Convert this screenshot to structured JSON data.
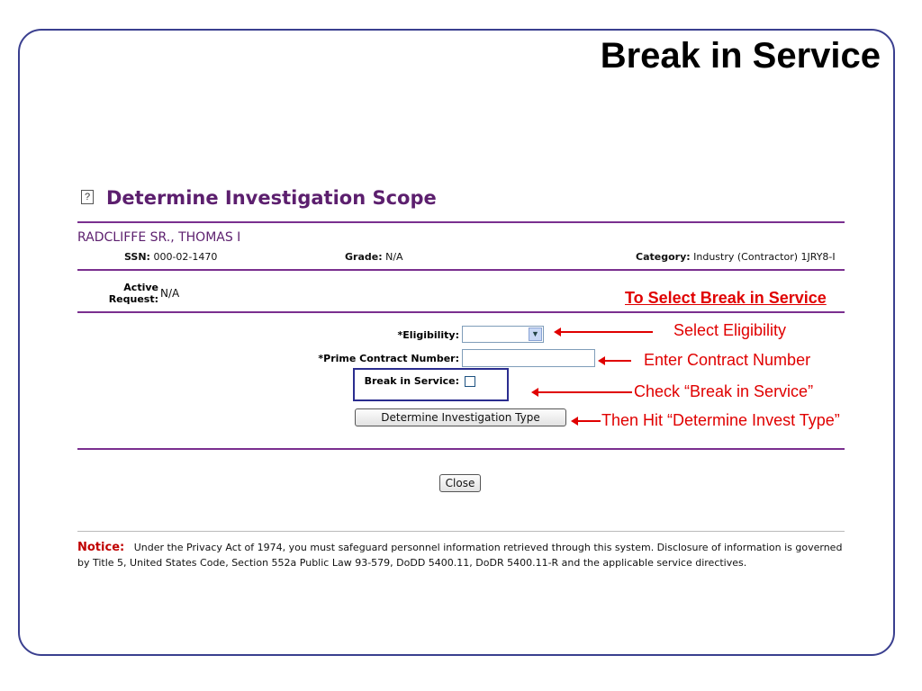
{
  "slide": {
    "title": "Break in Service"
  },
  "page": {
    "heading": "Determine Investigation Scope",
    "help_icon": "?"
  },
  "person": {
    "name": "RADCLIFFE SR., THOMAS I",
    "ssn_label": "SSN:",
    "ssn": "000-02-1470",
    "grade_label": "Grade:",
    "grade": "N/A",
    "category_label": "Category:",
    "category": "Industry (Contractor) 1JRY8-I"
  },
  "request": {
    "label_line1": "Active",
    "label_line2": "Request:",
    "value": "N/A"
  },
  "form": {
    "eligibility_label": "*Eligibility:",
    "eligibility_value": "",
    "contract_label": "*Prime Contract Number:",
    "contract_value": "",
    "break_label": "Break in Service:",
    "break_checked": false,
    "determine_button": "Determine Investigation Type",
    "close_button": "Close"
  },
  "annotations": {
    "heading": "To Select Break in Service",
    "eligibility": "Select Eligibility",
    "contract": "Enter Contract Number",
    "checkbox": "Check  “Break in Service”",
    "button": "Then Hit  “Determine Invest Type”",
    "color": "#e00000"
  },
  "notice": {
    "label": "Notice:",
    "text": "Under the Privacy Act of 1974, you must safeguard personnel information retrieved through this system. Disclosure of information is governed by Title 5, United States Code, Section 552a Public Law 93-579, DoDD 5400.11, DoDR 5400.11-R and the applicable service directives."
  },
  "colors": {
    "heading": "#5c1f6e",
    "rule": "#7a2f8f",
    "frame": "#3a3f8f"
  }
}
